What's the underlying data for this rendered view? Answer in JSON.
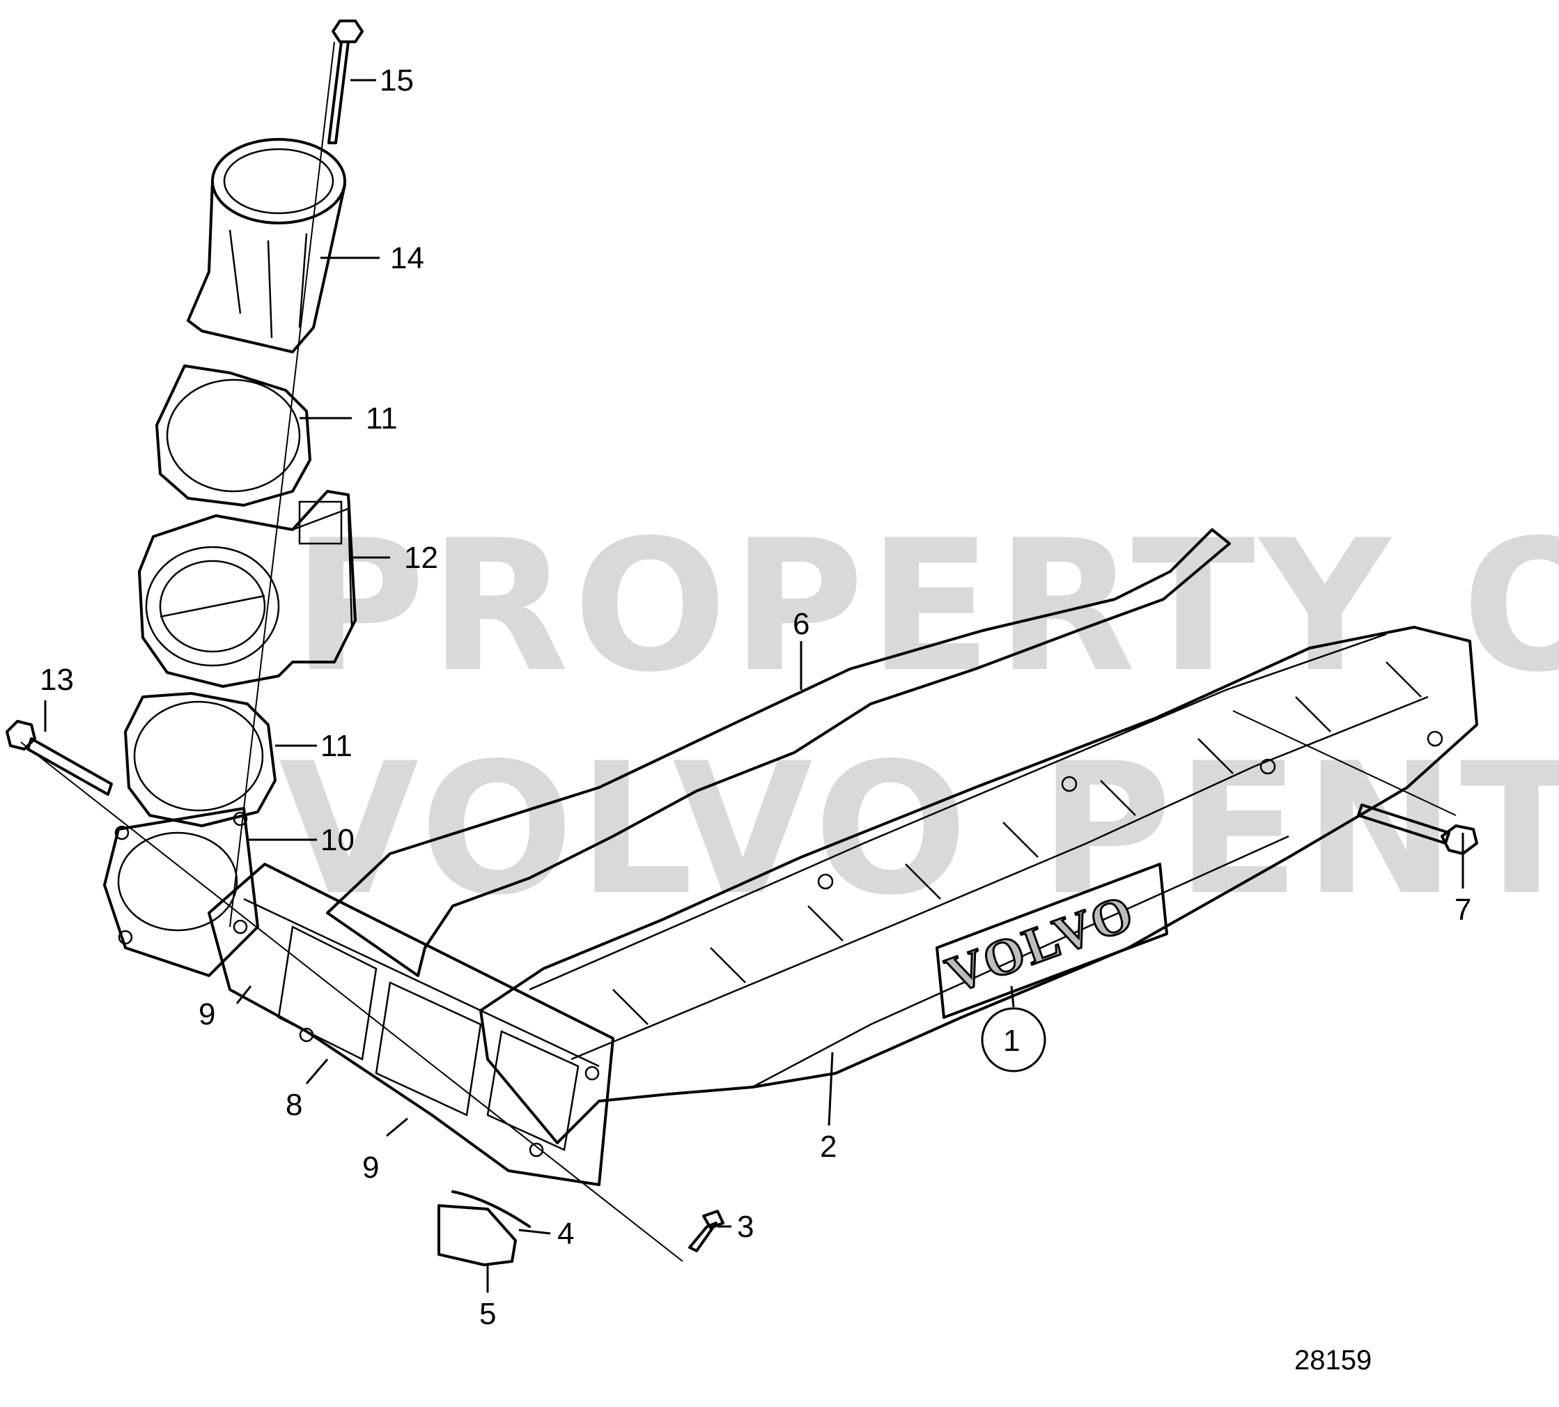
{
  "watermark": {
    "line1": "PROPERTY OF",
    "line2": "VOLVO PENTA"
  },
  "logo": "VOLVO",
  "drawing_number": "28159",
  "callouts": [
    "1",
    "2",
    "3",
    "4",
    "5",
    "6",
    "7",
    "8",
    "9",
    "9",
    "10",
    "11",
    "11",
    "12",
    "13",
    "14",
    "15"
  ]
}
